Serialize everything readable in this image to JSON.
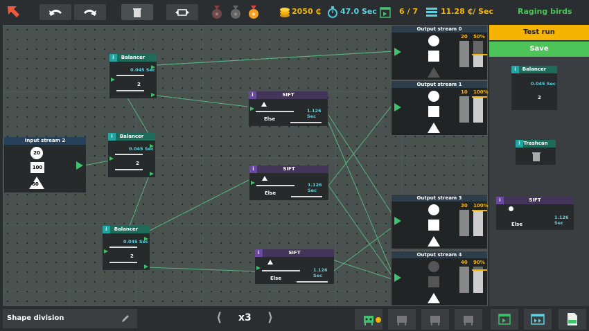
{
  "topbar": {
    "coins": "2050 ₵",
    "time": "47.0 Sec",
    "level_progress": "6 / 7",
    "rate": "11.28 ₵/ Sec",
    "level_name": "Raging birds"
  },
  "input_stream": {
    "title": "Input stream 2",
    "badge_circle": "20",
    "badge_square": "100",
    "badge_triangle": "60"
  },
  "balancers": [
    {
      "title": "Balancer",
      "speed": "0.045 Sec",
      "count": "2"
    },
    {
      "title": "Balancer",
      "speed": "0.045 Sec",
      "count": "2"
    },
    {
      "title": "Balancer",
      "speed": "0.045 Sec",
      "count": "2"
    }
  ],
  "sifts": [
    {
      "title": "SIFT",
      "speed": "1.126 Sec",
      "else": "Else"
    },
    {
      "title": "SIFT",
      "speed": "1.126 Sec",
      "else": "Else"
    },
    {
      "title": "SIFT",
      "speed": "1.126 Sec",
      "else": "Else"
    }
  ],
  "outputs": [
    {
      "title": "Output stream 0",
      "count": "20",
      "pct": "50%",
      "fill": 0.5
    },
    {
      "title": "Output stream 1",
      "count": "10",
      "pct": "100%",
      "fill": 1.0
    },
    {
      "title": "Output stream 3",
      "count": "30",
      "pct": "100%",
      "fill": 1.0
    },
    {
      "title": "Output stream 4",
      "count": "40",
      "pct": "90%",
      "fill": 0.9
    }
  ],
  "right_panel": {
    "test_run": "Test run",
    "save": "Save",
    "palette_balancer": {
      "title": "Balancer",
      "speed": "0.045 Sec",
      "count": "2"
    },
    "palette_trashcan": {
      "title": "Trashcan"
    },
    "palette_sift": {
      "title": "SIFT",
      "speed": "1.126 Sec",
      "else": "Else"
    }
  },
  "bottombar": {
    "level_label": "Shape division",
    "speed": "x3"
  },
  "colors": {
    "accent_yellow": "#f4b400",
    "accent_green": "#4cc45a",
    "port_green": "#3fc26e",
    "gauge_cyan": "#5fd0e0"
  }
}
